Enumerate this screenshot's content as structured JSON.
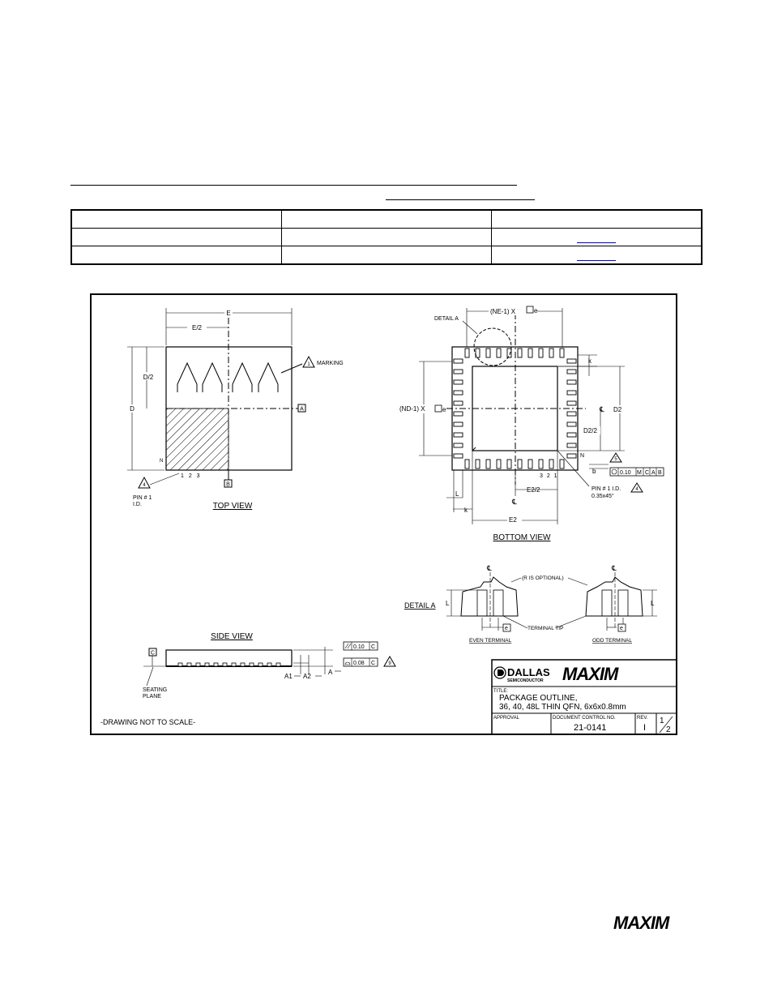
{
  "package_table": {
    "rows": [
      [
        "",
        "",
        ""
      ],
      [
        "",
        "",
        ""
      ],
      [
        "",
        "",
        ""
      ]
    ]
  },
  "drawing": {
    "top_view": {
      "title": "TOP VIEW",
      "dim_E": "E",
      "dim_E2": "E/2",
      "dim_D": "D",
      "dim_D2": "D/2",
      "marking": "MARKING",
      "marking_note": "1",
      "datum_a": "A",
      "datum_b": "B",
      "pin_numbers": "1 2 3",
      "pin_n": "N",
      "pin1_label": "PIN # 1",
      "pin1_id": "I.D.",
      "pin1_note": "4"
    },
    "bottom_view": {
      "title": "BOTTOM VIEW",
      "detail_a": "DETAIL A",
      "ne_pitch": "(NE-1) X",
      "nd_pitch": "(ND-1) X",
      "e_sym": "e",
      "k": "k",
      "cl": "℄",
      "d2": "D2",
      "d2_half": "D2/2",
      "n": "N",
      "b": "b",
      "b_note": "5",
      "fcf_tol": "0.10",
      "fcf_m": "M",
      "fcf_c": "C",
      "fcf_a": "A",
      "fcf_b": "B",
      "pin_321": "3 2 1",
      "pin1_id": "PIN # 1 I.D.",
      "pin1_note": "4",
      "chamfer": "0.35x45°",
      "l": "L",
      "e2_half": "E2/2",
      "e2": "E2"
    },
    "detail": {
      "label": "DETAIL A",
      "r_optional": "(R IS OPTIONAL)",
      "terminal_tip": "TERMINAL TIP",
      "even": "EVEN TERMINAL",
      "odd": "ODD TERMINAL",
      "l": "L",
      "e": "e",
      "cl": "℄"
    },
    "side_view": {
      "title": "SIDE VIEW",
      "datum_c": "C",
      "seating": "SEATING",
      "plane": "PLANE",
      "a1": "A1",
      "a2": "A2",
      "a": "A",
      "tol1": "0.10",
      "tol2": "0.08",
      "c": "C",
      "note": "9"
    },
    "not_to_scale": "-DRAWING NOT TO SCALE-",
    "title_block": {
      "dallas": "DALLAS",
      "semiconductor": "SEMICONDUCTOR",
      "maxim": "MAXIM",
      "title_label": "TITLE:",
      "title_line1": "PACKAGE OUTLINE,",
      "title_line2": "36, 40, 48L THIN QFN, 6x6x0.8mm",
      "approval": "APPROVAL",
      "doc_control": "DOCUMENT CONTROL NO.",
      "doc_no": "21-0141",
      "rev_label": "REV.",
      "rev": "I",
      "sheet_num": "1",
      "sheet_den": "2"
    }
  },
  "footer": {
    "logo": "MAXIM"
  }
}
